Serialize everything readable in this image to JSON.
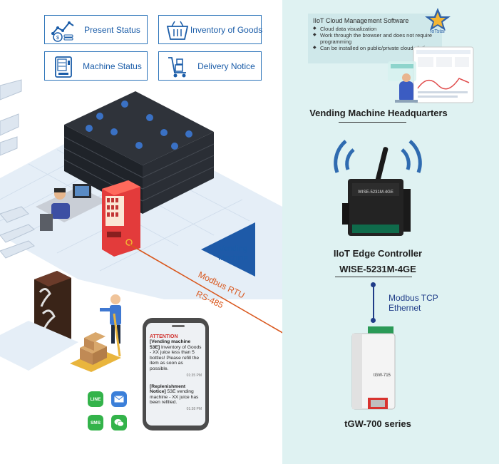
{
  "status_buttons": [
    {
      "label": "Present Status",
      "icon": "chart-coins-icon"
    },
    {
      "label": "Inventory of Goods",
      "icon": "basket-icon"
    },
    {
      "label": "Machine Status",
      "icon": "vending-machine-icon"
    },
    {
      "label": "Delivery Notice",
      "icon": "hand-truck-icon"
    }
  ],
  "cloud": {
    "title": "IIoT Cloud Management Software",
    "bullets": [
      "Cloud data visualization",
      "Work through the browser and does not require programming",
      "Can be installed on public/private cloud platforms"
    ],
    "logo_text": "IoTstar"
  },
  "headquarters_label": "Vending Machine Headquarters",
  "controller": {
    "title": "IIoT Edge Controller",
    "model": "WISE-5231M-4GE",
    "device_text": "WISE-5231M-4GE"
  },
  "tcp_link": {
    "line1": "Modbus TCP",
    "line2": "Ethernet"
  },
  "gateway": {
    "label": "tGW-700 series",
    "device_text": "tGW-715"
  },
  "vending_label": {
    "line1": "Vending",
    "line2": "Machine"
  },
  "rtu_link": {
    "line1": "Modbus RTU",
    "line2": "RS-485"
  },
  "phone": {
    "attention": "ATTENTION",
    "msg1_head": "[Vending machine 53E]",
    "msg1_body": "Inventory of Goods - XX juice less than 5 bottles! Please refill the item as soon as possible.",
    "msg1_time": "01:35 PM",
    "msg2_head": "[Replenishment Notice]",
    "msg2_body": "53E vending machine - XX juice has been refilled.",
    "msg2_time": "01:38 PM"
  },
  "apps": [
    "LINE",
    "mail-icon",
    "SMS",
    "wechat-icon"
  ],
  "colors": {
    "accent_blue": "#1a5ca8",
    "rtu_orange": "#d9571d",
    "panel_bg": "#dff2f2",
    "tcp_blue": "#1f3c88"
  }
}
